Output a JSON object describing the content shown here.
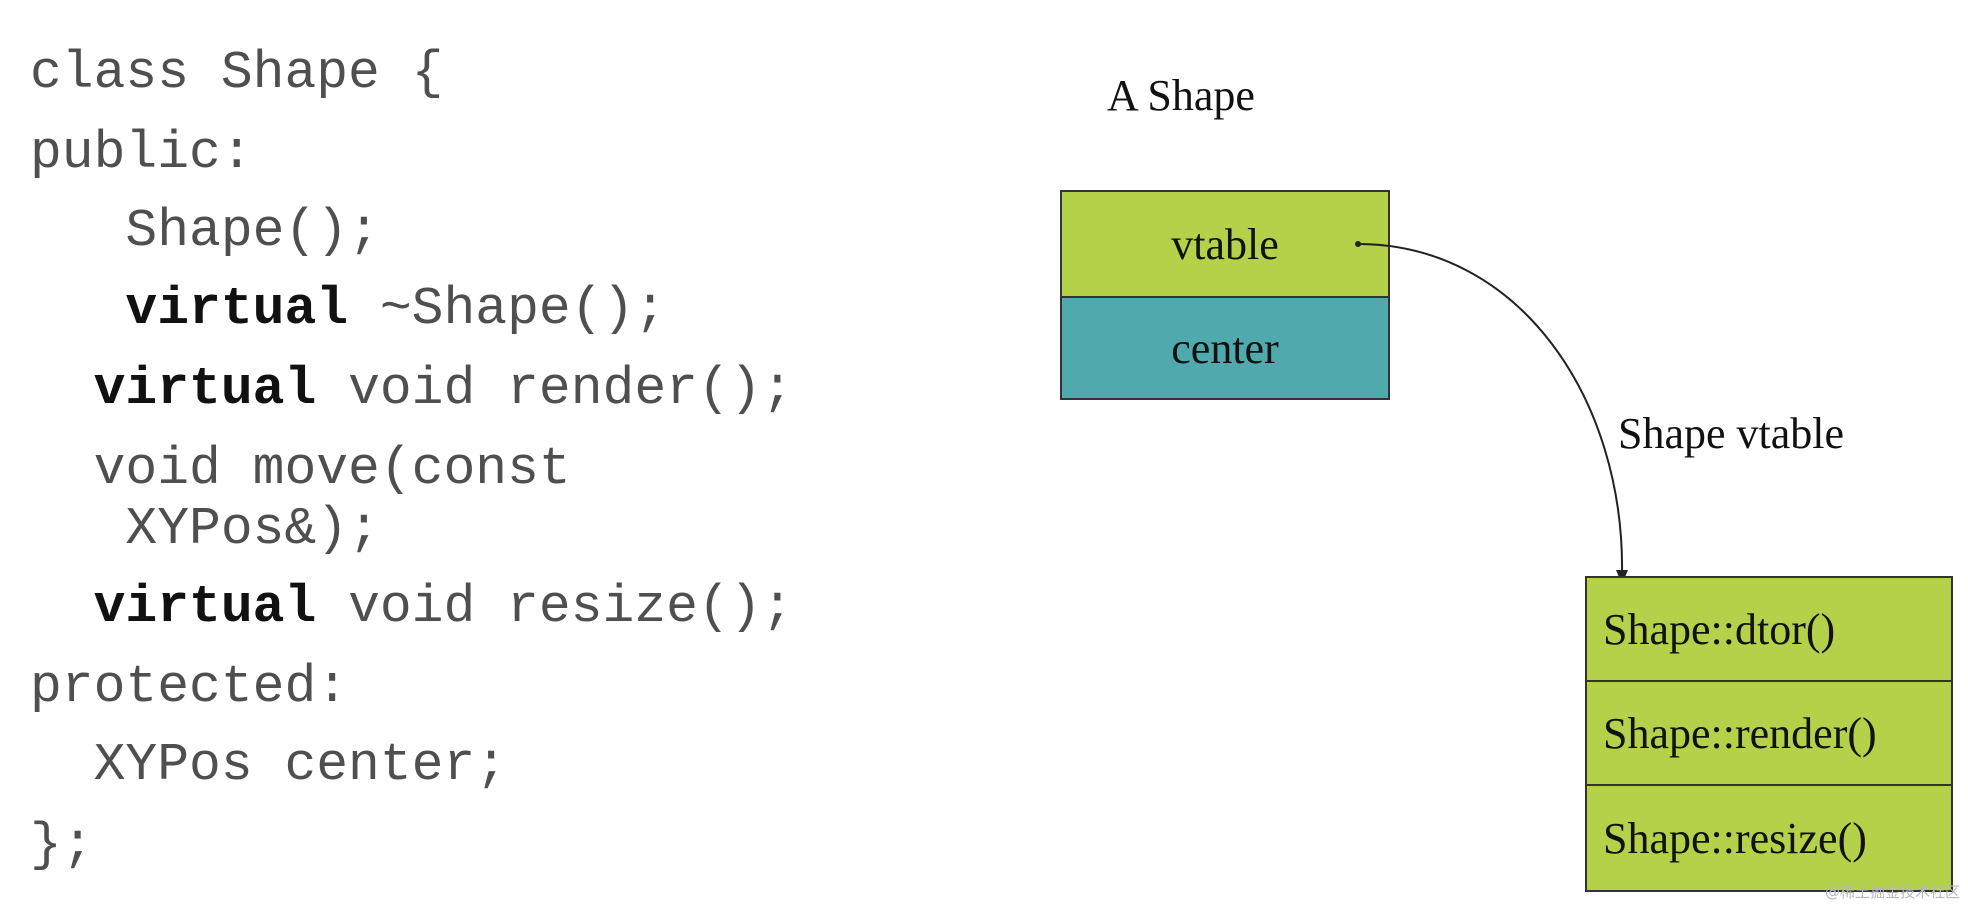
{
  "code": {
    "lines": [
      [
        {
          "t": "class Shape {",
          "kw": false
        }
      ],
      [
        {
          "t": "public:",
          "kw": false
        }
      ],
      [
        {
          "t": "   Shape();",
          "kw": false
        }
      ],
      [
        {
          "t": "   ",
          "kw": false
        },
        {
          "t": "virtual",
          "kw": true
        },
        {
          "t": " ~Shape();",
          "kw": false
        }
      ],
      [
        {
          "t": "  ",
          "kw": false
        },
        {
          "t": "virtual",
          "kw": true
        },
        {
          "t": " void render();",
          "kw": false
        }
      ],
      [
        {
          "t": "  void move(const",
          "kw": false
        }
      ],
      [
        {
          "t": "   XYPos&);",
          "kw": false
        }
      ],
      [
        {
          "t": "  ",
          "kw": false
        },
        {
          "t": "virtual",
          "kw": true
        },
        {
          "t": " void resize();",
          "kw": false
        }
      ],
      [
        {
          "t": "protected:",
          "kw": false
        }
      ],
      [
        {
          "t": "  XYPos center;",
          "kw": false
        }
      ],
      [
        {
          "t": "};",
          "kw": false
        }
      ]
    ]
  },
  "diagram": {
    "object_title": "A Shape",
    "object_fields": [
      {
        "label": "vtable",
        "color": "#b5d14a"
      },
      {
        "label": "center",
        "color": "#4fa9ad"
      }
    ],
    "vtable_title": "Shape vtable",
    "vtable_entries": [
      {
        "label": "Shape::dtor()",
        "color": "#b5d14a"
      },
      {
        "label": "Shape::render()",
        "color": "#b5d14a"
      },
      {
        "label": "Shape::resize()",
        "color": "#b5d14a"
      }
    ]
  },
  "watermark": "@稀土掘金技术社区"
}
